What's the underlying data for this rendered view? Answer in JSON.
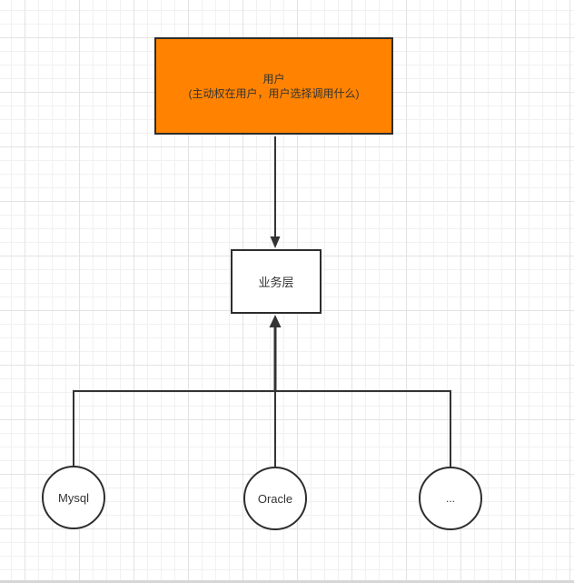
{
  "canvas": {
    "type": "flowchart-whiteboard",
    "grid_minor_color": "#f1f1f1",
    "grid_major_color": "#e3e3e3",
    "background_color": "#ffffff",
    "connector_color": "#333333",
    "shape_border_color": "#2d2d2d"
  },
  "nodes": {
    "user_box": {
      "label_line1": "用户",
      "label_line2": "(主动权在用户，用户选择调用什么)",
      "fill": "#ff8300",
      "text_color": "#333333"
    },
    "business_layer_box": {
      "label": "业务层",
      "fill": "#ffffff"
    },
    "mysql_circle": {
      "label": "Mysql",
      "fill": "#ffffff"
    },
    "oracle_circle": {
      "label": "Oracle",
      "fill": "#ffffff"
    },
    "others_circle": {
      "label": "...",
      "fill": "#ffffff"
    }
  },
  "connectors": {
    "user_to_business": {
      "direction": "down",
      "style": "solid-arrow"
    },
    "databases_to_business": {
      "direction": "up",
      "style": "thick-solid-arrow"
    },
    "database_tree": {
      "style": "orthogonal-tree"
    }
  }
}
